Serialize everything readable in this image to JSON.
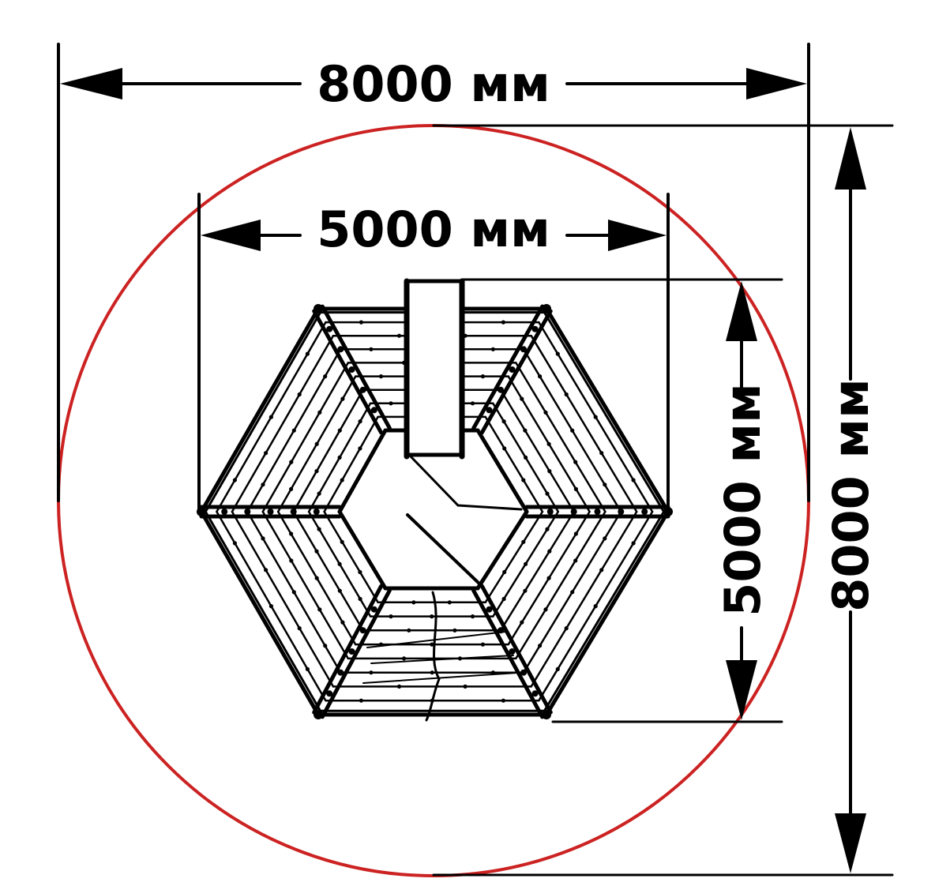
{
  "dimensions": {
    "outer_width": "8000 мм",
    "outer_height": "8000 мм",
    "inner_width": "5000 мм",
    "inner_height": "5000 мм"
  },
  "colors": {
    "safety_zone": "#cc2222",
    "lines": "#000000",
    "background": "#ffffff"
  }
}
